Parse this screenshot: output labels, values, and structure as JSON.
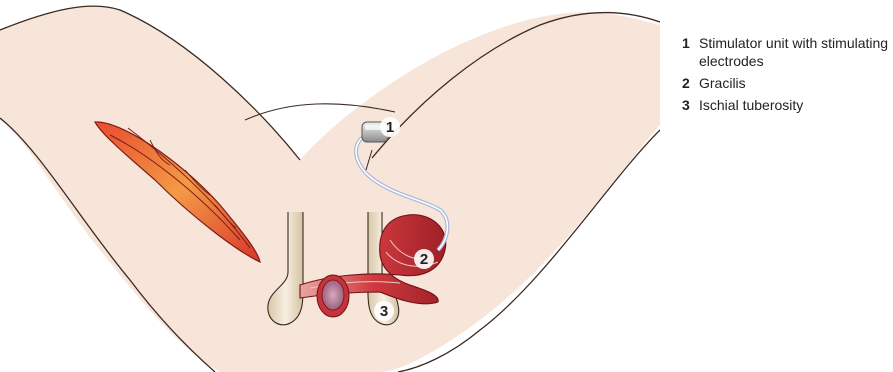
{
  "callouts": [
    {
      "number": "1",
      "label": "Stimulator unit with stimulating electrodes"
    },
    {
      "number": "2",
      "label": "Gracilis"
    },
    {
      "number": "3",
      "label": "Ischial tuberosity"
    }
  ],
  "colors": {
    "skin": "#f7e5da",
    "skin_outline": "#3a2a22",
    "muscle_red": "#c9323a",
    "muscle_dark": "#8f1c22",
    "incision_orange": "#f08a3c",
    "bone": "#efe3cf",
    "anus_purple": "#b77a95",
    "lead_blue": "#a9b8d6",
    "device_grey": "#bdbdbd"
  }
}
